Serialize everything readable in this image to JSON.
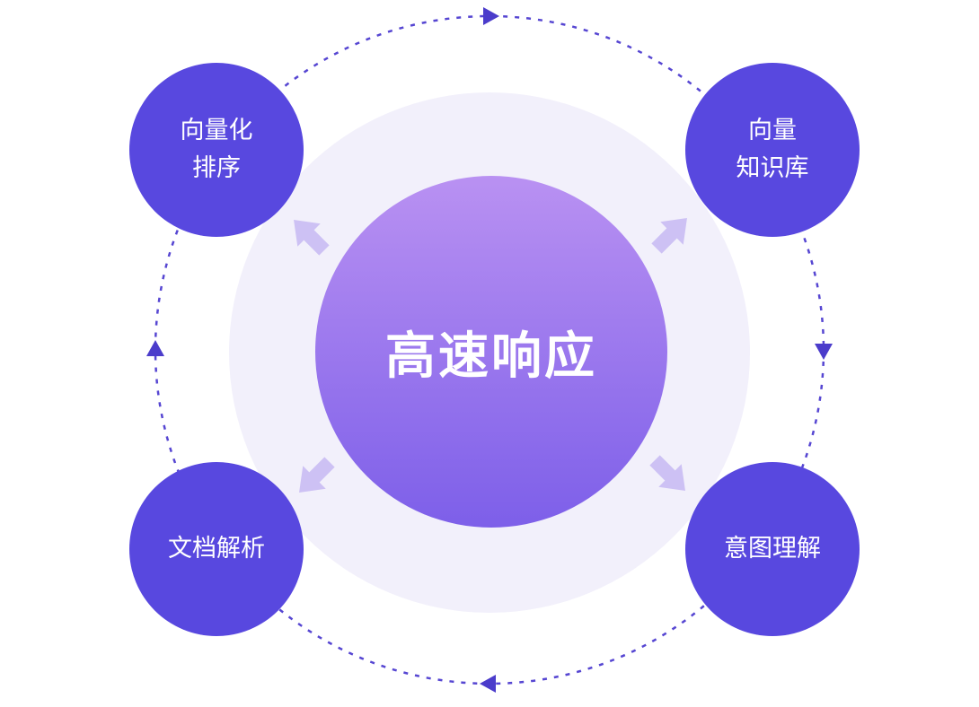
{
  "diagram": {
    "title": "高速响应",
    "nodes": {
      "top_left": {
        "lines": [
          "向量化",
          "排序"
        ]
      },
      "top_right": {
        "lines": [
          "向量",
          "知识库"
        ]
      },
      "bottom_left": {
        "lines": [
          "文档解析"
        ]
      },
      "bottom_right": {
        "lines": [
          "意图理解"
        ]
      }
    },
    "colors": {
      "node_fill": "#5848df",
      "center_gradient_top": "#b991f2",
      "center_gradient_bottom": "#7d5fe9",
      "halo": "#f2f0fb",
      "ring": "#5646d2",
      "ring_arrow": "#4b3ccb",
      "outward_arrow": "#cdc1f4",
      "text": "#ffffff",
      "background": "#ffffff"
    }
  }
}
